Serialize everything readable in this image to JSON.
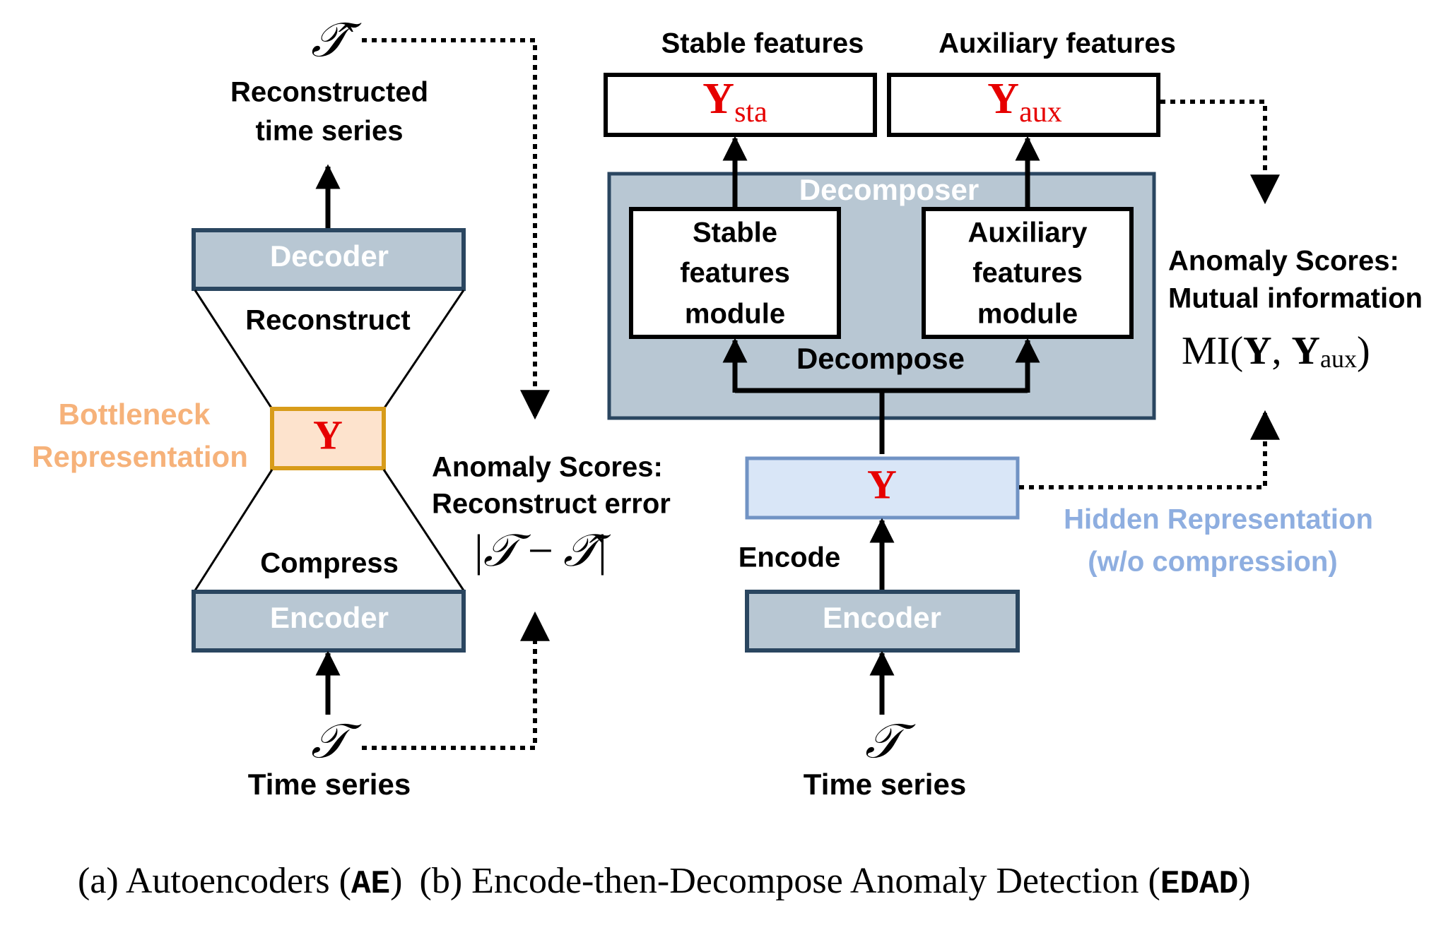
{
  "colors": {
    "block_fill": "#b8c7d3",
    "block_border": "#2a4660",
    "block_text": "#ffffff",
    "hidden_fill": "#d9e6f7",
    "hidden_border": "#7193c4",
    "bottleneck_fill": "#fde3cd",
    "bottleneck_border": "#d89c1a",
    "bottleneck_label": "#f6b27a",
    "hidden_label": "#8eaee0",
    "symbol_red": "#e60000",
    "ink": "#000000"
  },
  "panel_a": {
    "recon_symbol": "𝒯̂",
    "recon_label_line1": "Reconstructed",
    "recon_label_line2": "time series",
    "decoder_label": "Decoder",
    "reconstruct_label": "Reconstruct",
    "bottleneck_symbol": "Y",
    "bottleneck_label_line1": "Bottleneck",
    "bottleneck_label_line2": "Representation",
    "compress_label": "Compress",
    "encoder_label": "Encoder",
    "input_symbol": "𝒯",
    "input_label": "Time series",
    "score_title_line1": "Anomaly Scores:",
    "score_title_line2": "Reconstruct error",
    "score_formula_bar_left": "|",
    "score_formula_t": "𝒯",
    "score_formula_minus": "−",
    "score_formula_that": "𝒯̂",
    "score_formula_bar_right": "|"
  },
  "panel_b": {
    "stable_header": "Stable features",
    "aux_header": "Auxiliary features",
    "y_sta_main": "Y",
    "y_sta_sub": "sta",
    "y_aux_main": "Y",
    "y_aux_sub": "aux",
    "decomposer_label": "Decomposer",
    "stable_module_line1": "Stable",
    "stable_module_line2": "features",
    "stable_module_line3": "module",
    "aux_module_line1": "Auxiliary",
    "aux_module_line2": "features",
    "aux_module_line3": "module",
    "decompose_label": "Decompose",
    "hidden_symbol": "Y",
    "hidden_label_line1": "Hidden Representation",
    "hidden_label_line2": "(w/o compression)",
    "encode_label": "Encode",
    "encoder_label": "Encoder",
    "input_symbol": "𝒯",
    "input_label": "Time series",
    "score_title_line1": "Anomaly Scores:",
    "score_title_line2": "Mutual information",
    "score_formula_mi": "MI(",
    "score_formula_y": "Y",
    "score_formula_comma": ", ",
    "score_formula_yaux": "Y",
    "score_formula_aux": "aux",
    "score_formula_close": ")"
  },
  "caption": {
    "a_prefix": "(a) Autoencoders (",
    "a_abbr": "AE",
    "a_suffix": ")",
    "b_prefix": "(b) Encode-then-Decompose Anomaly Detection (",
    "b_abbr": "EDAD",
    "b_suffix": ")"
  }
}
